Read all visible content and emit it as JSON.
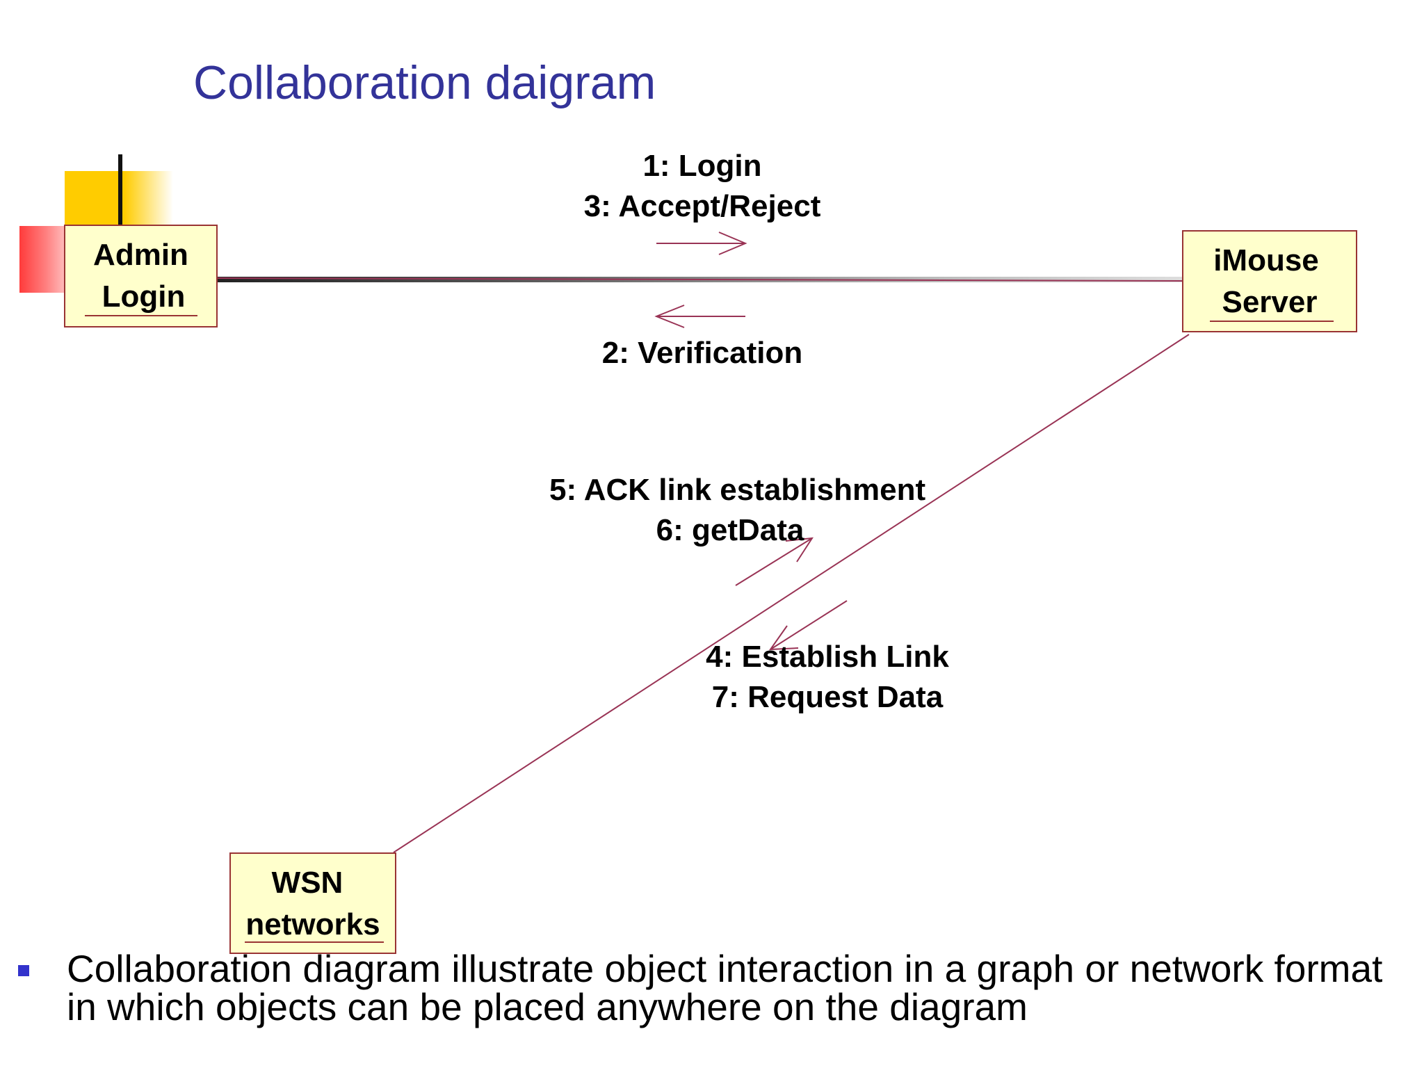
{
  "slide": {
    "title": "Collaboration daigram",
    "bullet": "Collaboration diagram illustrate object interaction in a graph or network format in which objects can be placed anywhere on the diagram"
  },
  "objects": {
    "admin": {
      "line1": "Admin",
      "line2": "Login"
    },
    "server": {
      "line1": "iMouse",
      "line2": "Server"
    },
    "wsn": {
      "line1": "WSN",
      "line2": "networks"
    }
  },
  "messages": {
    "top": {
      "line1": "1: Login",
      "line2": "3: Accept/Reject"
    },
    "verification": "2: Verification",
    "ack": {
      "line1": "5: ACK link establishment",
      "line2": "6: getData"
    },
    "establish": {
      "line1": "4: Establish Link",
      "line2": "7: Request Data"
    }
  },
  "colors": {
    "title": "#333399",
    "connector": "#993355",
    "object_fill": "#ffffcc",
    "object_border": "#993333",
    "bullet": "#3333cc"
  }
}
